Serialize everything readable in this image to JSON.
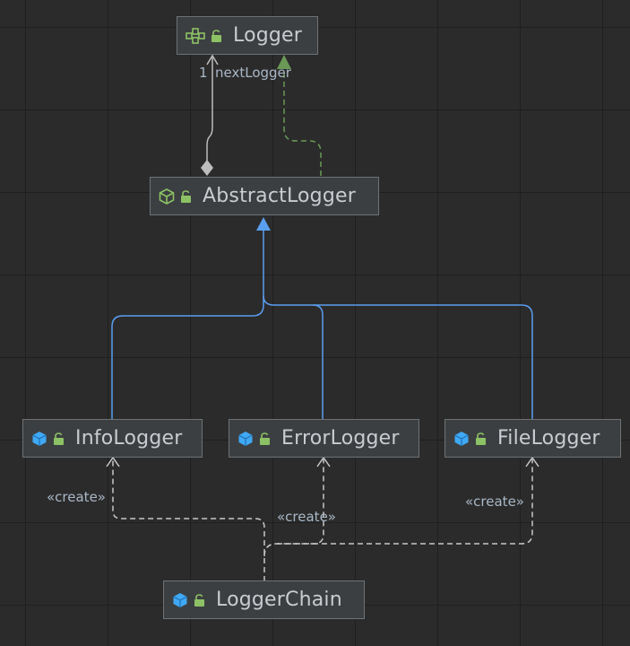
{
  "nodes": {
    "logger": {
      "name": "Logger",
      "kind": "interface"
    },
    "abstract_logger": {
      "name": "AbstractLogger",
      "kind": "abstract-class"
    },
    "info_logger": {
      "name": "InfoLogger",
      "kind": "class"
    },
    "error_logger": {
      "name": "ErrorLogger",
      "kind": "class"
    },
    "file_logger": {
      "name": "FileLogger",
      "kind": "class"
    },
    "logger_chain": {
      "name": "LoggerChain",
      "kind": "class"
    }
  },
  "edges": {
    "association": {
      "multiplicity": "1",
      "role": "nextLogger"
    },
    "create_info": {
      "label": "«create»"
    },
    "create_error": {
      "label": "«create»"
    },
    "create_file": {
      "label": "«create»"
    }
  },
  "colors": {
    "background": "#2b2b2b",
    "node_fill": "#3c3f41",
    "node_border": "#6e7275",
    "text": "#c9ccd0",
    "realization": "#6a9955",
    "inheritance": "#5a9ef0",
    "dependency": "#c8c8c8",
    "class_icon": "#3fa9f5",
    "lock_icon": "#8cc265"
  }
}
